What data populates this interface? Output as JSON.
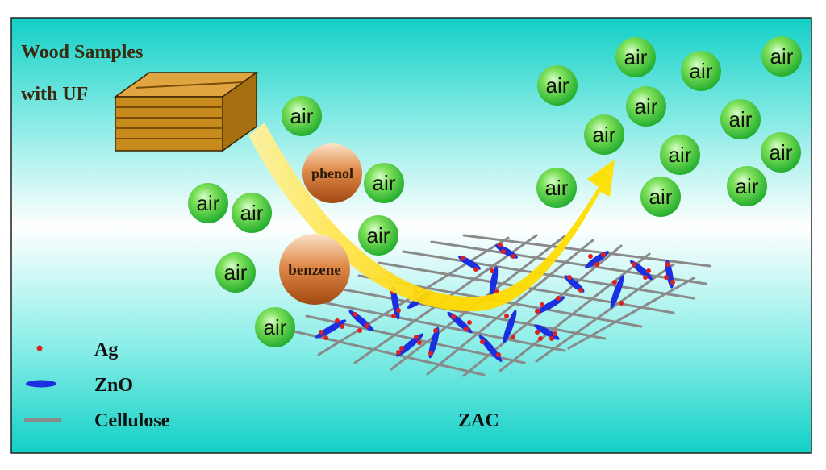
{
  "title_line1": "Wood Samples",
  "title_line2": "with UF",
  "air_label": "air",
  "molecules": {
    "phenol": "phenol",
    "benzene": "benzene"
  },
  "legend": {
    "ag": "Ag",
    "zno": "ZnO",
    "cellulose": "Cellulose"
  },
  "substrate_label": "ZAC",
  "colors": {
    "background_gradient": [
      "#14d3c8",
      "#ffffff",
      "#14d3c8"
    ],
    "air_molecule": "#36c83a",
    "pollutant_molecule": "#d5692a",
    "arrow": "#ffd400",
    "wood": "#c88a18",
    "ag_particle": "#e02020",
    "zno_rod": "#1a2fe0",
    "cellulose_fiber": "#8a8a8a"
  }
}
